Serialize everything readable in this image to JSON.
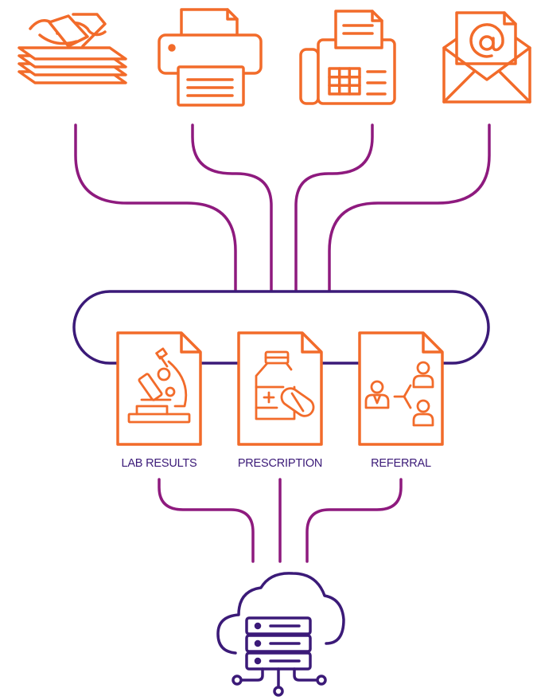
{
  "colors": {
    "orange": "#f26b2a",
    "magenta": "#8e1a7e",
    "purple": "#3b1a78",
    "background": "#ffffff"
  },
  "sources": [
    {
      "icon": "paper-stack-icon"
    },
    {
      "icon": "printer-icon"
    },
    {
      "icon": "fax-machine-icon"
    },
    {
      "icon": "email-envelope-icon"
    }
  ],
  "documents": [
    {
      "label": "LAB RESULTS",
      "icon": "microscope-icon"
    },
    {
      "label": "PRESCRIPTION",
      "icon": "medicine-bottle-icon"
    },
    {
      "label": "REFERRAL",
      "icon": "referral-people-icon"
    }
  ],
  "destination": {
    "icon": "cloud-server-icon"
  }
}
